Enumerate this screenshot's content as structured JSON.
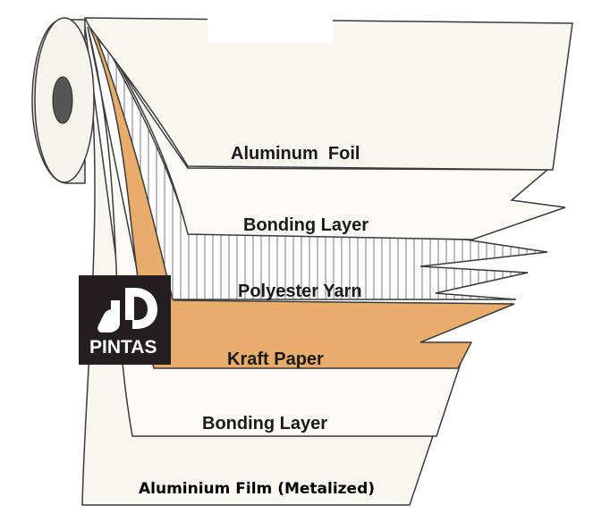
{
  "layers": {
    "aluminum_foil": "Aluminum  Foil",
    "bonding_layer_top": "Bonding Layer",
    "polyester_yarn": "Polyester Yarn",
    "kraft_paper": "Kraft Paper",
    "bonding_layer_bottom": "Bonding Layer"
  },
  "caption": "Aluminium Film (Metalized)",
  "logo": {
    "text": "PINTAS"
  },
  "colors": {
    "sheet": "#f7f6ef",
    "kraft": "#e8ad6b",
    "outline": "#3a3a3a",
    "logo_bg": "#231f20",
    "roll_hole": "#555555"
  }
}
